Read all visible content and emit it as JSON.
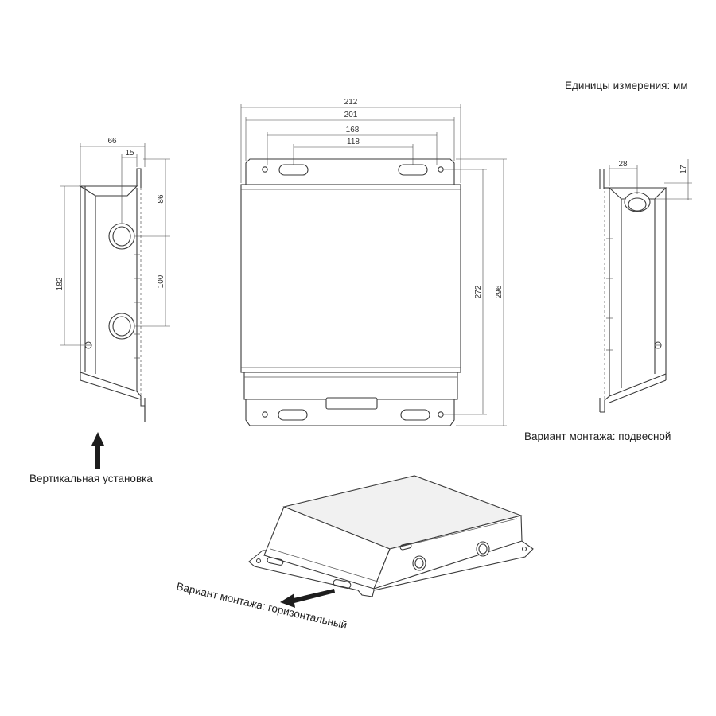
{
  "units_label": "Единицы измерения: мм",
  "captions": {
    "vertical": "Вертикальная установка",
    "hanging": "Вариант монтажа: подвесной",
    "horizontal": "Вариант монтажа: горизонтальный"
  },
  "dimensions": {
    "front": {
      "d212": "212",
      "d201": "201",
      "d168": "168",
      "d118": "118",
      "d272": "272",
      "d296": "296"
    },
    "left_side": {
      "d66": "66",
      "d15": "15",
      "d86": "86",
      "d100": "100",
      "d182": "182"
    },
    "right_side": {
      "d28": "28",
      "d17": "17"
    }
  },
  "colors": {
    "line": "#3a3a3a",
    "background": "#ffffff"
  }
}
